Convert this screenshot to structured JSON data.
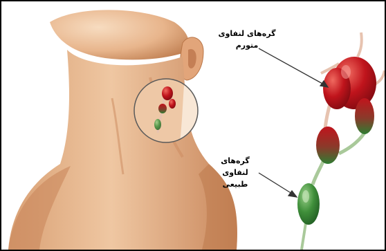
{
  "labels": {
    "swollen": {
      "line1": "گره‌های لنفاوی",
      "line2": "متورم"
    },
    "normal": {
      "line1": "گره‌های لنفاوی",
      "line2": "طبیعی"
    }
  },
  "colors": {
    "skin": "#e8b58c",
    "skin_shadow": "#c9875c",
    "swollen_node": "#c0141c",
    "normal_node": "#3f8f3a",
    "lymph_vessel": "#e7c3b0",
    "frame": "#000000"
  }
}
